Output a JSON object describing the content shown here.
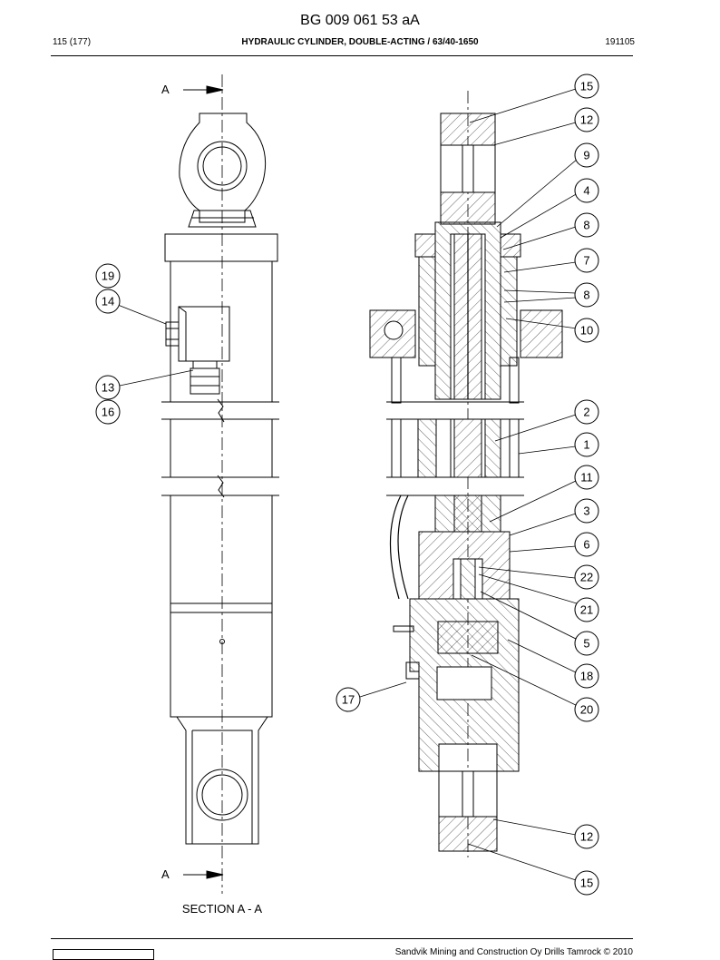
{
  "header": {
    "doc_id": "BG 009 061 53 aA",
    "page": "115 (177)",
    "title_bold": "HYDRAULIC CYLINDER, DOUBLE-ACTING",
    "title_rest": " / 63/40-1650",
    "date": "191105"
  },
  "drawing": {
    "section_marker": "A",
    "section_label": "SECTION A - A",
    "callouts_left": [
      "19",
      "14",
      "13",
      "16",
      "17"
    ],
    "callouts_right": [
      "15",
      "12",
      "9",
      "4",
      "8",
      "7",
      "8",
      "10",
      "2",
      "1",
      "11",
      "3",
      "6",
      "22",
      "21",
      "5",
      "18",
      "20",
      "12",
      "15"
    ]
  },
  "footer": {
    "company": "Sandvik Mining and Construction Oy Drills Tamrock © 2010"
  }
}
